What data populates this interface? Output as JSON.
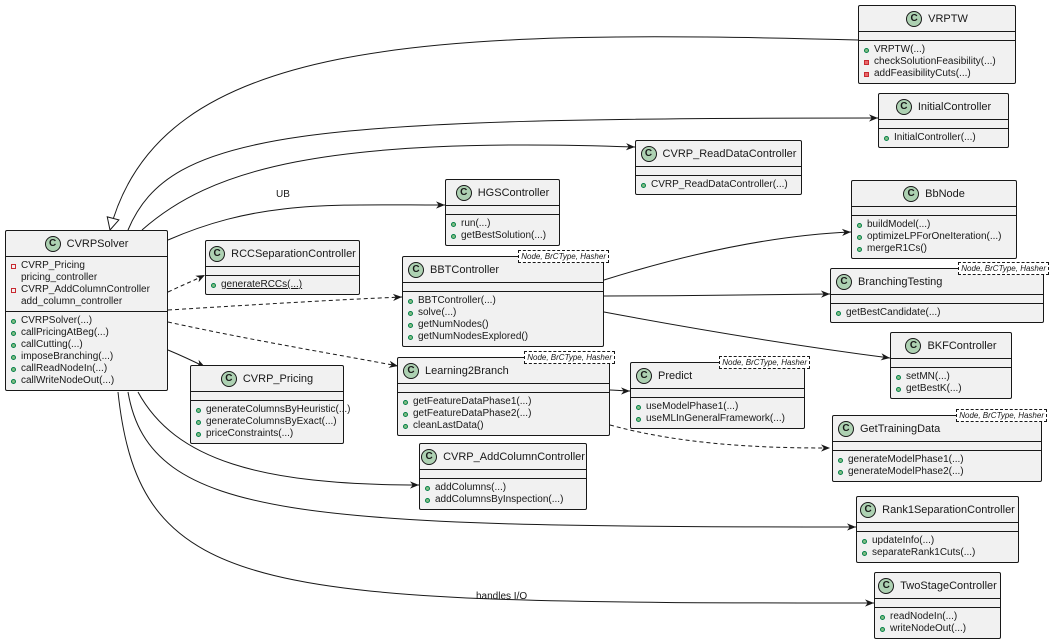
{
  "classes": {
    "cvrpsolver": {
      "name": "CVRPSolver",
      "fields": [
        {
          "type": "CVRP_Pricing",
          "name": "pricing_controller"
        },
        {
          "type": "CVRP_AddColumnController",
          "name": "add_column_controller"
        }
      ],
      "methods": [
        "CVRPSolver(...)",
        "callPricingAtBeg(...)",
        "callCutting(...)",
        "imposeBranching(...)",
        "callReadNodeIn(...)",
        "callWriteNodeOut(...)"
      ]
    },
    "vrptw": {
      "name": "VRPTW",
      "methods": [
        "VRPTW(...)",
        "checkSolutionFeasibility(...)",
        "addFeasibilityCuts(...)"
      ]
    },
    "initialcontroller": {
      "name": "InitialController",
      "methods": [
        "InitialController(...)"
      ]
    },
    "readdata": {
      "name": "CVRP_ReadDataController",
      "methods": [
        "CVRP_ReadDataController(...)"
      ]
    },
    "hgs": {
      "name": "HGSController",
      "methods": [
        "run(...)",
        "getBestSolution(...)"
      ]
    },
    "bbnode": {
      "name": "BbNode",
      "methods": [
        "buildModel(...)",
        "optimizeLPForOneIteration(...)",
        "mergeR1Cs()"
      ]
    },
    "rcc": {
      "name": "RCCSeparationController",
      "methods": [
        "generateRCCs(...)"
      ]
    },
    "bbt": {
      "name": "BBTController",
      "params": "Node, BrCType, Hasher",
      "methods": [
        "BBTController(...)",
        "solve(...)",
        "getNumNodes()",
        "getNumNodesExplored()"
      ]
    },
    "branching": {
      "name": "BranchingTesting",
      "params": "Node, BrCType, Hasher",
      "methods": [
        "getBestCandidate(...)"
      ]
    },
    "bkf": {
      "name": "BKFController",
      "methods": [
        "setMN(...)",
        "getBestK(...)"
      ]
    },
    "pricing": {
      "name": "CVRP_Pricing",
      "methods": [
        "generateColumnsByHeuristic(...)",
        "generateColumnsByExact(...)",
        "priceConstraints(...)"
      ]
    },
    "l2b": {
      "name": "Learning2Branch",
      "params": "Node, BrCType, Hasher",
      "methods": [
        "getFeatureDataPhase1(...)",
        "getFeatureDataPhase2(...)",
        "cleanLastData()"
      ]
    },
    "predict": {
      "name": "Predict",
      "params": "Node, BrCType, Hasher",
      "methods": [
        "useModelPhase1(...)",
        "useMLInGeneralFramework(...)"
      ]
    },
    "training": {
      "name": "GetTrainingData",
      "params": "Node, BrCType, Hasher",
      "methods": [
        "generateModelPhase1(...)",
        "generateModelPhase2(...)"
      ]
    },
    "addcol": {
      "name": "CVRP_AddColumnController",
      "methods": [
        "addColumns(...)",
        "addColumnsByInspection(...)"
      ]
    },
    "rank1": {
      "name": "Rank1SeparationController",
      "methods": [
        "updateInfo(...)",
        "separateRank1Cuts(...)"
      ]
    },
    "twostage": {
      "name": "TwoStageController",
      "methods": [
        "readNodeIn(...)",
        "writeNodeOut(...)"
      ]
    }
  },
  "badge_letter": "C",
  "edge_labels": {
    "ub": "UB",
    "io": "handles I/O"
  },
  "colors": {
    "class_fill": "#f1f1f1",
    "badge": "#add1b2",
    "line": "#181818",
    "public": "#84be84",
    "private": "#e8686b"
  }
}
